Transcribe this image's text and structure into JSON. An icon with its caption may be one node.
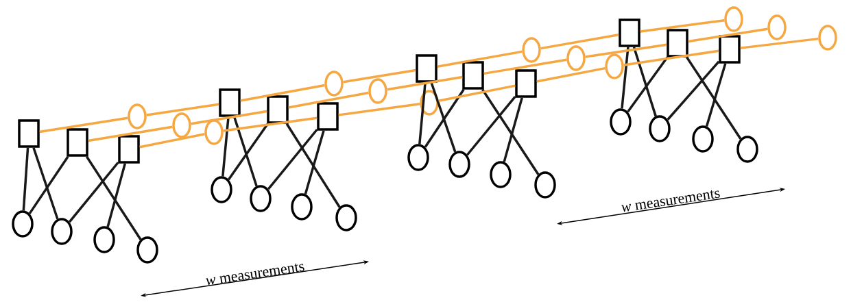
{
  "diagram": {
    "nodes": [
      {
        "text": [],
        "shape": "box"
      },
      {
        "text": [],
        "shape": "box"
      },
      {
        "text": [],
        "shape": "box"
      },
      {
        "text": [],
        "shape": "circle"
      },
      {
        "text": [],
        "shape": "circle"
      },
      {
        "text": [],
        "shape": "circle"
      },
      {
        "text": [],
        "shape": "circle"
      },
      {
        "text": [],
        "shape": "ellipse"
      },
      {
        "text": [],
        "shape": "ellipse"
      },
      {
        "text": [],
        "shape": "ellipse"
      },
      {
        "text": [],
        "shape": "box"
      },
      {
        "text": [],
        "shape": "box"
      },
      {
        "text": [],
        "shape": "box"
      },
      {
        "text": [],
        "shape": "circle"
      },
      {
        "text": [],
        "shape": "circle"
      },
      {
        "text": [],
        "shape": "circle"
      },
      {
        "text": [],
        "shape": "circle"
      },
      {
        "text": [],
        "shape": "ellipse"
      },
      {
        "text": [],
        "shape": "ellipse"
      },
      {
        "text": [],
        "shape": "ellipse"
      },
      {
        "text": [],
        "shape": "box"
      },
      {
        "text": [],
        "shape": "box"
      },
      {
        "text": [],
        "shape": "box"
      },
      {
        "text": [],
        "shape": "circle"
      },
      {
        "text": [],
        "shape": "circle"
      },
      {
        "text": [],
        "shape": "circle"
      },
      {
        "text": [],
        "shape": "circle"
      },
      {
        "text": [],
        "shape": "ellipse"
      },
      {
        "text": [],
        "shape": "ellipse"
      },
      {
        "text": [],
        "shape": "ellipse"
      },
      {
        "text": [],
        "shape": "box"
      },
      {
        "text": [],
        "shape": "box"
      },
      {
        "text": [],
        "shape": "box"
      },
      {
        "text": [],
        "shape": "circle"
      },
      {
        "text": [],
        "shape": "circle"
      },
      {
        "text": [],
        "shape": "circle"
      },
      {
        "text": [],
        "shape": "circle"
      },
      {
        "text": [],
        "shape": "ellipse"
      },
      {
        "text": [],
        "shape": "ellipse"
      },
      {
        "text": [],
        "shape": "ellipse"
      }
    ],
    "edges": [
      {
        "from": 0,
        "to": 3,
        "arrow": "none"
      },
      {
        "from": 0,
        "to": 4,
        "arrow": "none"
      },
      {
        "from": 1,
        "to": 3,
        "arrow": "none"
      },
      {
        "from": 1,
        "to": 6,
        "arrow": "none"
      },
      {
        "from": 2,
        "to": 4,
        "arrow": "none"
      },
      {
        "from": 2,
        "to": 5,
        "arrow": "none"
      },
      {
        "from": 10,
        "to": 13,
        "arrow": "none"
      },
      {
        "from": 10,
        "to": 14,
        "arrow": "none"
      },
      {
        "from": 11,
        "to": 13,
        "arrow": "none"
      },
      {
        "from": 11,
        "to": 16,
        "arrow": "none"
      },
      {
        "from": 12,
        "to": 14,
        "arrow": "none"
      },
      {
        "from": 12,
        "to": 15,
        "arrow": "none"
      },
      {
        "from": 20,
        "to": 23,
        "arrow": "none"
      },
      {
        "from": 20,
        "to": 24,
        "arrow": "none"
      },
      {
        "from": 21,
        "to": 23,
        "arrow": "none"
      },
      {
        "from": 21,
        "to": 26,
        "arrow": "none"
      },
      {
        "from": 22,
        "to": 24,
        "arrow": "none"
      },
      {
        "from": 22,
        "to": 25,
        "arrow": "none"
      },
      {
        "from": 30,
        "to": 33,
        "arrow": "none"
      },
      {
        "from": 30,
        "to": 34,
        "arrow": "none"
      },
      {
        "from": 31,
        "to": 33,
        "arrow": "none"
      },
      {
        "from": 31,
        "to": 36,
        "arrow": "none"
      },
      {
        "from": 32,
        "to": 34,
        "arrow": "none"
      },
      {
        "from": 32,
        "to": 35,
        "arrow": "none"
      },
      {
        "from": 0,
        "to": 7,
        "arrow": "none",
        "color": "#f5a742"
      },
      {
        "from": 1,
        "to": 8,
        "arrow": "none",
        "color": "#f5a742"
      },
      {
        "from": 2,
        "to": 9,
        "arrow": "none",
        "color": "#f5a742"
      },
      {
        "from": 7,
        "to": 10,
        "arrow": "none",
        "color": "#f5a742"
      },
      {
        "from": 8,
        "to": 11,
        "arrow": "none",
        "color": "#f5a742"
      },
      {
        "from": 9,
        "to": 12,
        "arrow": "none",
        "color": "#f5a742"
      },
      {
        "from": 10,
        "to": 17,
        "arrow": "none",
        "color": "#f5a742"
      },
      {
        "from": 11,
        "to": 18,
        "arrow": "none",
        "color": "#f5a742"
      },
      {
        "from": 12,
        "to": 19,
        "arrow": "none",
        "color": "#f5a742"
      },
      {
        "from": 17,
        "to": 20,
        "arrow": "none",
        "color": "#f5a742"
      },
      {
        "from": 18,
        "to": 21,
        "arrow": "none",
        "color": "#f5a742"
      },
      {
        "from": 19,
        "to": 22,
        "arrow": "none",
        "color": "#f5a742"
      },
      {
        "from": 20,
        "to": 27,
        "arrow": "none",
        "color": "#f5a742"
      },
      {
        "from": 21,
        "to": 28,
        "arrow": "none",
        "color": "#f5a742"
      },
      {
        "from": 22,
        "to": 29,
        "arrow": "none",
        "color": "#f5a742"
      },
      {
        "from": 27,
        "to": 30,
        "arrow": "none",
        "color": "#f5a742"
      },
      {
        "from": 28,
        "to": 31,
        "arrow": "none",
        "color": "#f5a742"
      },
      {
        "from": 29,
        "to": 32,
        "arrow": "none",
        "color": "#f5a742"
      },
      {
        "from": 30,
        "to": 37,
        "arrow": "none",
        "color": "#f5a742"
      },
      {
        "from": 31,
        "to": 38,
        "arrow": "none",
        "color": "#f5a742"
      },
      {
        "from": 32,
        "to": 39,
        "arrow": "none",
        "color": "#f5a742"
      }
    ],
    "labels": [
      "*w* measurements",
      "*w* measurements"
    ]
  }
}
